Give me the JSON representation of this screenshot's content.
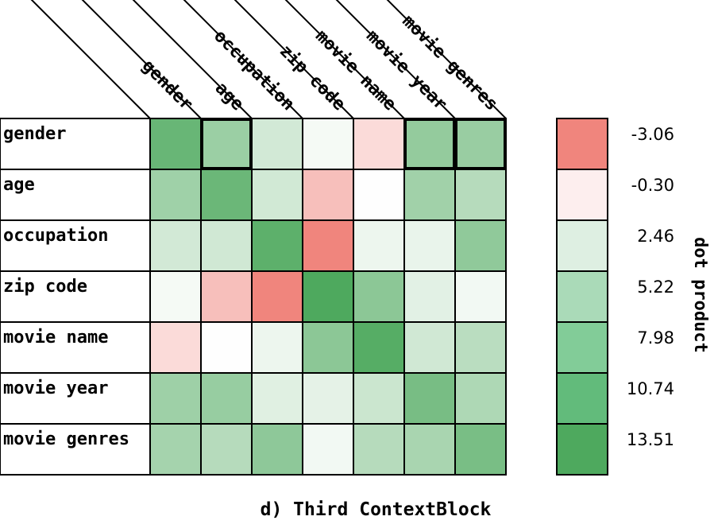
{
  "chart_data": {
    "type": "heatmap",
    "title": "d) Third ContextBlock",
    "row_labels": [
      "gender",
      "age",
      "occupation",
      "zip code",
      "movie name",
      "movie year",
      "movie genres"
    ],
    "col_labels": [
      "gender",
      "age",
      "occupation",
      "zip code",
      "movie name",
      "movie year",
      "movie genres"
    ],
    "values": [
      [
        11.5,
        7.6,
        3.4,
        0.8,
        -0.9,
        8.2,
        7.8
      ],
      [
        7.3,
        11.3,
        3.5,
        -1.6,
        0.1,
        7.2,
        5.6
      ],
      [
        3.4,
        3.6,
        12.4,
        -3.1,
        1.4,
        1.7,
        8.5
      ],
      [
        0.8,
        -1.6,
        -3.1,
        13.5,
        8.8,
        2.2,
        1.0
      ],
      [
        -0.9,
        0.1,
        1.4,
        8.8,
        12.9,
        3.6,
        5.3
      ],
      [
        7.4,
        7.9,
        2.4,
        2.0,
        4.0,
        10.3,
        6.2
      ],
      [
        6.9,
        5.6,
        8.6,
        1.0,
        5.6,
        6.6,
        10.2
      ]
    ],
    "highlighted_cells": [
      [
        0,
        1
      ],
      [
        0,
        5
      ],
      [
        0,
        6
      ]
    ],
    "colorbar": {
      "label": "dot product",
      "ticks": [
        "-3.06",
        "-0.30",
        "2.46",
        "5.22",
        "7.98",
        "10.74",
        "13.51"
      ],
      "tick_values": [
        -3.06,
        -0.3,
        2.46,
        5.22,
        7.98,
        10.74,
        13.51
      ],
      "colors": [
        "#f0857d",
        "#fdeeee",
        "#deefe2",
        "#aadab8",
        "#82cc98",
        "#62bb7b",
        "#4ea95e"
      ]
    },
    "colorscale": {
      "neg_color": "#f0857d",
      "zero_color": "#ffffff",
      "pos_color": "#4ea95e",
      "vmin": -3.06,
      "vmax": 13.51
    }
  }
}
